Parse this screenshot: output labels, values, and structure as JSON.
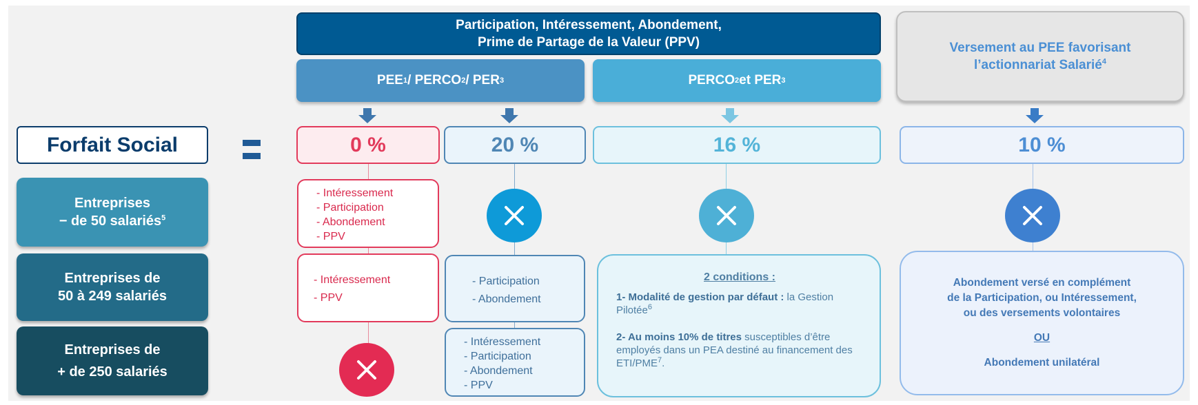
{
  "headers": {
    "main_line1": "Participation, Intéressement, Abondement,",
    "main_line2": "Prime de Partage de la Valeur (PPV)",
    "pee": {
      "t1": "PEE",
      "s1": "1",
      "t2": " / PERCO",
      "s2": "2",
      "t3": " / PER ",
      "s3": "3"
    },
    "perco": {
      "t1": "PERCO",
      "s1": "2",
      "t2": " et PER",
      "s2": "3"
    },
    "versement_line1": "Versement au PEE favorisant",
    "versement_line2": "l’actionnariat Salarié",
    "versement_sup": "4"
  },
  "forfait_social": "Forfait Social",
  "equals": "=",
  "rates": {
    "r0": "0 %",
    "r20": "20 %",
    "r16": "16 %",
    "r10": "10 %"
  },
  "companies": {
    "small_line1": "Entreprises",
    "small_line2": "− de 50 salariés",
    "small_sup": "5",
    "mid_line1": "Entreprises de",
    "mid_line2": "50 à 249 salariés",
    "large_line1": "Entreprises de",
    "large_line2": "+ de 250 salariés"
  },
  "lists": {
    "r0_small": [
      "- Intéressement",
      "- Participation",
      "- Abondement",
      "- PPV"
    ],
    "r0_mid": [
      "- Intéressement",
      "- PPV"
    ],
    "r20_mid": [
      "- Participation",
      "- Abondement"
    ],
    "r20_large": [
      "- Intéressement",
      "- Participation",
      "- Abondement",
      "- PPV"
    ]
  },
  "conditions": {
    "title": "2 conditions :",
    "c1_bold": "1- Modalité de gestion par défaut :",
    "c1_rest": " la Gestion Pilotée",
    "c1_sup": "6",
    "c2_bold": "2-  Au moins 10% de titres",
    "c2_rest": " susceptibles d’être employés dans un PEA destiné au financement des ETI/PME",
    "c2_sup": "7",
    "c2_end": "."
  },
  "abondement": {
    "line1": "Abondement versé en complément",
    "line2": "de la Participation, ou Intéressement,",
    "line3": "ou des versements volontaires",
    "ou": "OU",
    "line4": "Abondement unilatéral"
  },
  "icons": {
    "arrow": "arrow-down-icon",
    "cross": "close-icon"
  },
  "colors": {
    "navy": "#005a93",
    "red": "#e23a5b",
    "blue": "#4f86b4",
    "teal": "#4aaed8",
    "light_blue": "#4d8ed4"
  }
}
